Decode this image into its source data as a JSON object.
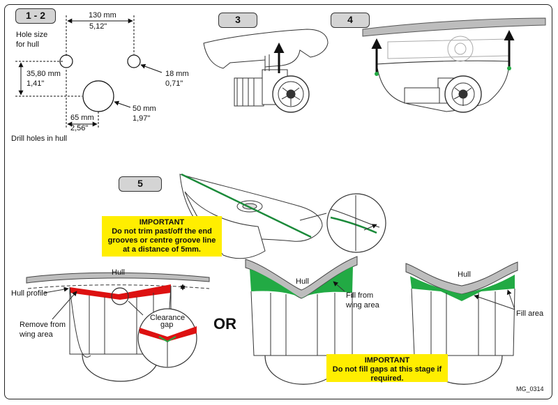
{
  "colors": {
    "yellow": "#ffee00",
    "red": "#dd1111",
    "green": "#22aa44",
    "hull_grey": "#bdbdbd",
    "step_grey": "#d4d4d4"
  },
  "steps": {
    "s12": "1 - 2",
    "s3": "3",
    "s4": "4",
    "s5": "5"
  },
  "holes": {
    "hole_size_line1": "Hole size",
    "hole_size_line2": "for hull",
    "spacing_mm": "130 mm",
    "spacing_in": "5,12\"",
    "height_mm": "35,80 mm",
    "height_in": "1,41\"",
    "offset_mm": "65 mm",
    "offset_in": "2,56\"",
    "small_mm": "18 mm",
    "small_in": "0,71\"",
    "large_mm": "50 mm",
    "large_in": "1,97\"",
    "drill_note": "Drill holes in hull"
  },
  "important_trim": {
    "heading": "IMPORTANT",
    "body": "Do not trim past/off the end\ngrooves or centre groove line\nat a distance of 5mm."
  },
  "important_fill": {
    "heading": "IMPORTANT",
    "body": "Do not fill gaps at this stage if\nrequired."
  },
  "left_panel": {
    "hull": "Hull",
    "hull_profile": "Hull profile",
    "remove_line1": "Remove from",
    "remove_line2": "wing area",
    "clearance_line1": "Clearance",
    "clearance_line2": "gap"
  },
  "or_label": "OR",
  "middle_panel": {
    "hull": "Hull",
    "fill_line1": "Fill from",
    "fill_line2": "wing area"
  },
  "right_panel": {
    "hull": "Hull",
    "fill_area": "Fill area"
  },
  "figure_code": "MG_0314"
}
